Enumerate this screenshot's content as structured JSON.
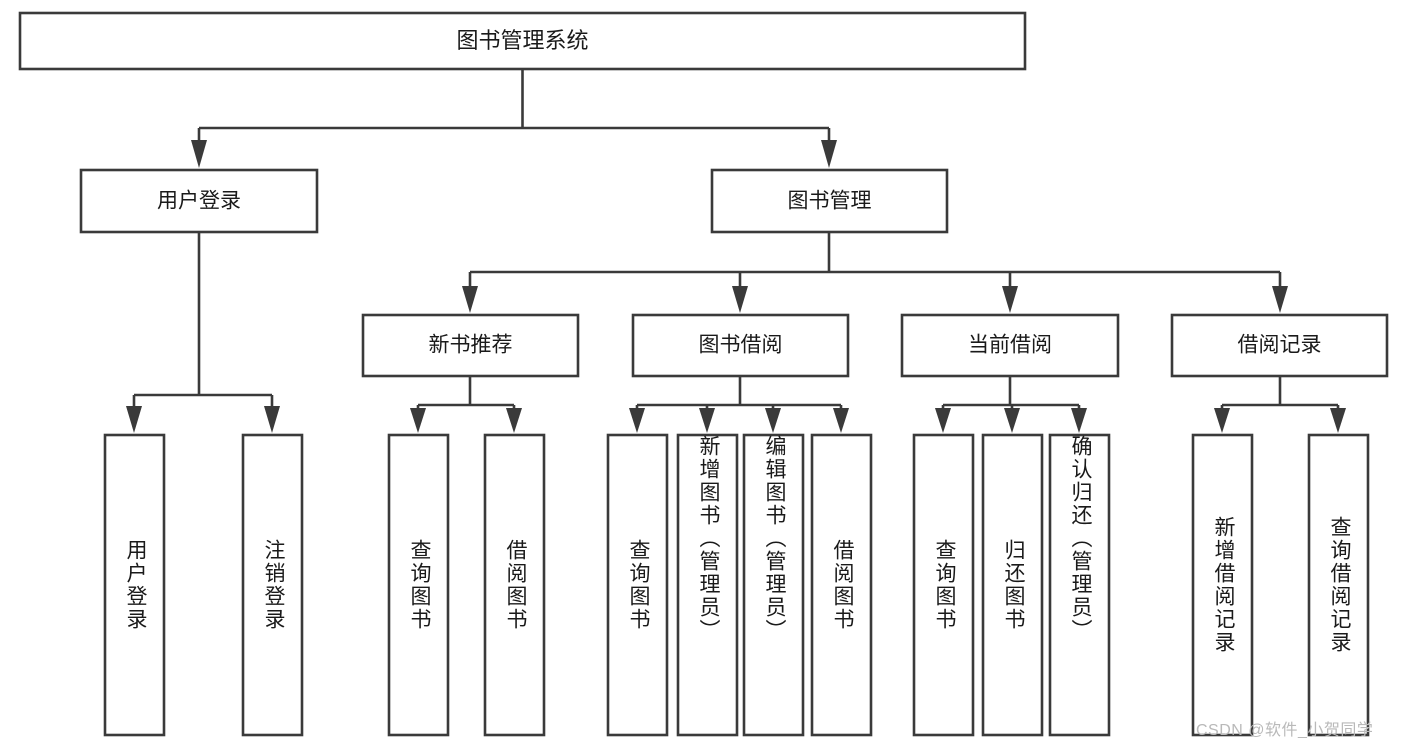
{
  "diagram": {
    "type": "tree-hierarchy",
    "title": "图书管理系统",
    "orientation": "top-down",
    "colors": {
      "box_stroke": "#3a3a3a",
      "box_fill": "#ffffff",
      "text": "#1a1a1a",
      "background": "#ffffff",
      "watermark": "#b9b9b9"
    },
    "root": {
      "label": "图书管理系统"
    },
    "level2": [
      {
        "label": "用户登录"
      },
      {
        "label": "图书管理"
      }
    ],
    "level3": [
      {
        "label": "新书推荐"
      },
      {
        "label": "图书借阅"
      },
      {
        "label": "当前借阅"
      },
      {
        "label": "借阅记录"
      }
    ],
    "leaves": {
      "user_login": [
        {
          "label": "用户登录"
        },
        {
          "label": "注销登录"
        }
      ],
      "new_book": [
        {
          "label": "查询图书"
        },
        {
          "label": "借阅图书"
        }
      ],
      "book_borrow": [
        {
          "label": "查询图书"
        },
        {
          "label": "新增图书（管理员）"
        },
        {
          "label": "编辑图书（管理员）"
        },
        {
          "label": "借阅图书"
        }
      ],
      "current_borrow": [
        {
          "label": "查询图书"
        },
        {
          "label": "归还图书"
        },
        {
          "label": "确认归还（管理员）"
        }
      ],
      "borrow_record": [
        {
          "label": "新增借阅记录"
        },
        {
          "label": "查询借阅记录"
        }
      ]
    }
  },
  "watermark": {
    "text": "CSDN @软件_小贺同学"
  }
}
